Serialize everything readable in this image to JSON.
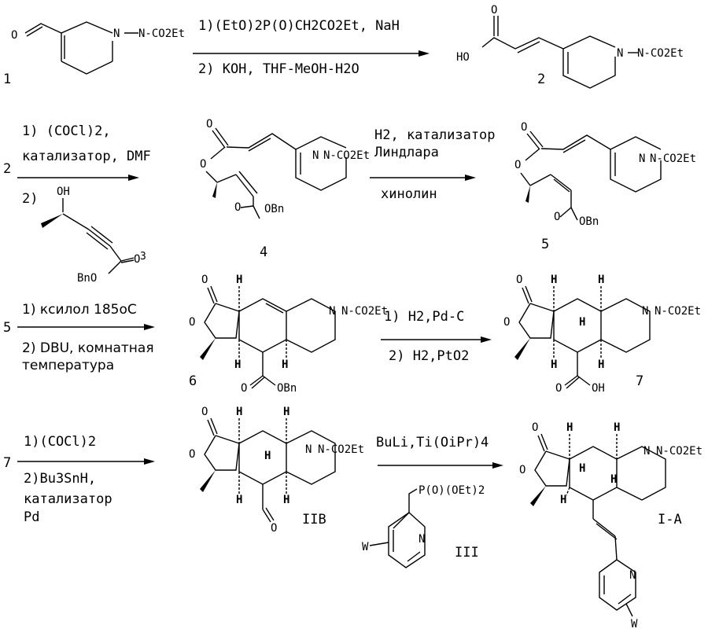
{
  "compounds": {
    "c1": {
      "number": "1",
      "group": "N-CO2Et"
    },
    "c2": {
      "number": "2",
      "acid": "HO",
      "group": "N-CO2Et"
    },
    "c3": {
      "number": "3",
      "hydroxy": "OH",
      "ester": "BnO"
    },
    "c4": {
      "number": "4",
      "group": "N-CO2Et",
      "ester": "OBn"
    },
    "c5": {
      "number": "5",
      "group": "N-CO2Et",
      "ester": "OBn"
    },
    "c6": {
      "number": "6",
      "group": "N-CO2Et",
      "ester": "OBn"
    },
    "c7": {
      "number": "7",
      "group": "N-CO2Et",
      "acid": "OH"
    },
    "iib": {
      "number": "IIB",
      "group": "N-CO2Et"
    },
    "iii": {
      "number": "III",
      "reagent": "P(O)(OEt)2",
      "substituent": "W"
    },
    "ia": {
      "number": "I-A",
      "group": "N-CO2Et",
      "substituent": "W"
    }
  },
  "steps": {
    "s1": {
      "line1": "1)(EtO)2P(O)CH2CO2Et, NaH",
      "line2": "2) KOH, THF-MeOH-H2O"
    },
    "s2": {
      "start": "2",
      "line1": "1) (COCl)2,",
      "line2": "катализатор, DMF",
      "line3": "2)"
    },
    "s3": {
      "line1": "H2, катализатор",
      "line2": "Линдлара",
      "line3": "хинолин"
    },
    "s4": {
      "start": "5",
      "line1": "1) ксилол 185oC",
      "line2": "2) DBU, комнатная",
      "line3": "температура"
    },
    "s5": {
      "line1": "1) H2,Pd-C",
      "line2": "2) H2,PtO2"
    },
    "s6": {
      "start": "7",
      "line1": "1)(COCl)2",
      "line2": "2)Bu3SnH,",
      "line3": "катализатор",
      "line4": "Pd"
    },
    "s7": {
      "line1": "BuLi,Ti(OiPr)4"
    }
  }
}
